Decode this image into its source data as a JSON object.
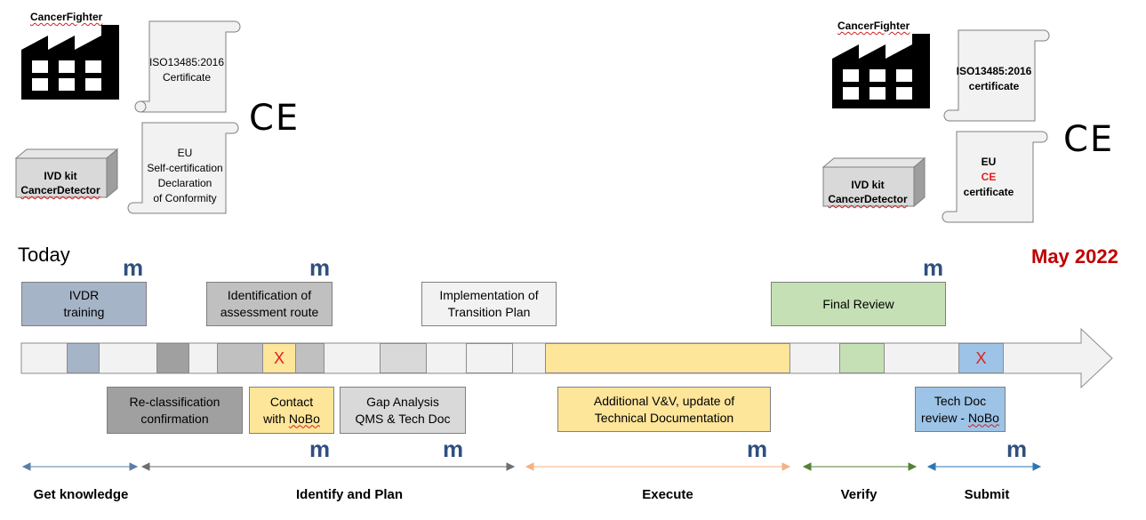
{
  "left_state": {
    "factory_label": "CancerFighter",
    "cert1": "ISO13485:2016\nCertificate",
    "cert2_lines": [
      "EU",
      "Self-certification",
      "Declaration",
      "of Conformity"
    ],
    "ce_mark": "CE",
    "kit_line1": "IVD kit",
    "kit_line2": "CancerDetector"
  },
  "right_state": {
    "factory_label": "CancerFighter",
    "cert1": "ISO13485:2016\ncertificate",
    "cert2_line1": "EU",
    "cert2_line2": "CE",
    "cert2_line3": "certificate",
    "ce_mark": "CE",
    "kit_line1": "IVD kit",
    "kit_line2": "CancerDetector"
  },
  "timeline": {
    "start_label": "Today",
    "end_label": "May 2022",
    "milestone_symbol": "m",
    "x_mark": "X"
  },
  "tasks_top": {
    "ivdr": "IVDR\ntraining",
    "route": "Identification of\nassessment route",
    "implementation": "Implementation of\nTransition Plan",
    "final_review": "Final Review"
  },
  "tasks_bottom": {
    "reclass": "Re-classification\nconfirmation",
    "contact_line1": "Contact",
    "contact_line2_prefix": "with ",
    "contact_line2_nobo": "NoBo",
    "gap": "Gap Analysis\nQMS & Tech Doc",
    "vv": "Additional V&V, update of\nTechnical Documentation",
    "techdoc_line1": "Tech Doc",
    "techdoc_line2_prefix": "review - ",
    "techdoc_line2_nobo": "NoBo"
  },
  "phases": {
    "knowledge": "Get knowledge",
    "identify": "Identify and Plan",
    "execute": "Execute",
    "verify": "Verify",
    "submit": "Submit"
  },
  "colors": {
    "ivdr": "#a6b4c8",
    "gray_dark": "#a0a0a0",
    "gray_mid": "#c0c0c0",
    "gray_light": "#d9d9d9",
    "yellow": "#fde59a",
    "green": "#c5e0b4",
    "blue": "#9dc3e6",
    "end_red": "#c00000"
  }
}
